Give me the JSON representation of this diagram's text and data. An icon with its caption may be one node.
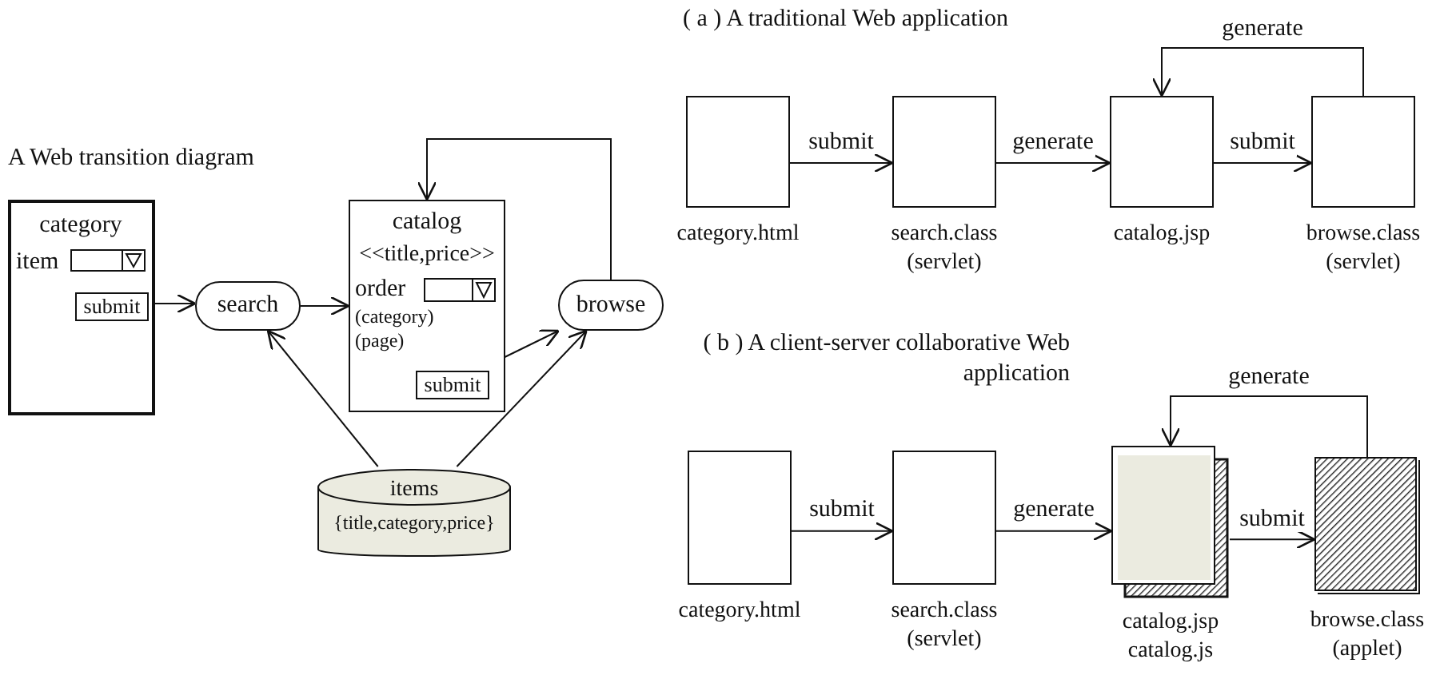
{
  "diagram": {
    "nodes": [
      {
        "text": [
          "category",
          "item"
        ]
      },
      {
        "text": [
          "submit"
        ],
        "in": 0
      },
      {
        "text": [
          "search"
        ]
      },
      {
        "text": [
          "catalog",
          "<<title,price>>",
          "order",
          "(category)",
          "(page)"
        ]
      },
      {
        "text": [
          "submit"
        ],
        "in": 3
      },
      {
        "text": [
          "browse"
        ]
      },
      {
        "text": [
          "items",
          "{title,category,price}"
        ]
      },
      {
        "text": [],
        "shape": "box",
        "beside": [
          "category.html"
        ]
      },
      {
        "text": [],
        "shape": "box",
        "beside": [
          "search.class",
          "(servlet)"
        ]
      },
      {
        "text": [],
        "shape": "box",
        "beside": [
          "catalog.jsp"
        ]
      },
      {
        "text": [],
        "shape": "box",
        "beside": [
          "browse.class",
          "(servlet)"
        ]
      },
      {
        "text": [],
        "shape": "box",
        "beside": [
          "category.html"
        ]
      },
      {
        "text": [],
        "shape": "box",
        "beside": [
          "search.class",
          "(servlet)"
        ]
      },
      {
        "text": [],
        "shape": "box",
        "beside": [
          "catalog.jsp",
          "catalog.js"
        ]
      },
      {
        "text": [],
        "shape": "box",
        "beside": [
          "browse.class",
          "(applet)"
        ]
      }
    ],
    "edges": [
      {
        "from": 1,
        "to": 2,
        "arrow": "to"
      },
      {
        "from": 2,
        "to": 3,
        "arrow": "to"
      },
      {
        "from": 4,
        "to": 5,
        "arrow": "to"
      },
      {
        "from": 6,
        "to": 2,
        "arrow": "to"
      },
      {
        "from": 6,
        "to": 5,
        "arrow": "to"
      },
      {
        "from": 5,
        "to": 3,
        "arrow": "to"
      },
      {
        "from": 7,
        "to": 8,
        "label": "submit",
        "arrow": "to"
      },
      {
        "from": 8,
        "to": 9,
        "label": "generate",
        "arrow": "to"
      },
      {
        "from": 9,
        "to": 10,
        "label": "submit",
        "arrow": "to"
      },
      {
        "from": 10,
        "to": 9,
        "label": "generate",
        "arrow": "to"
      },
      {
        "from": 11,
        "to": 12,
        "label": "submit",
        "arrow": "to"
      },
      {
        "from": 12,
        "to": 13,
        "label": "generate",
        "arrow": "to"
      },
      {
        "from": 13,
        "to": 14,
        "label": "submit",
        "arrow": "to"
      },
      {
        "from": 14,
        "to": 13,
        "label": "generate",
        "arrow": "to"
      }
    ],
    "labels": [
      "A Web transition diagram",
      "( a ) A traditional Web application",
      "( b ) A client-server collaborative Web application"
    ]
  }
}
